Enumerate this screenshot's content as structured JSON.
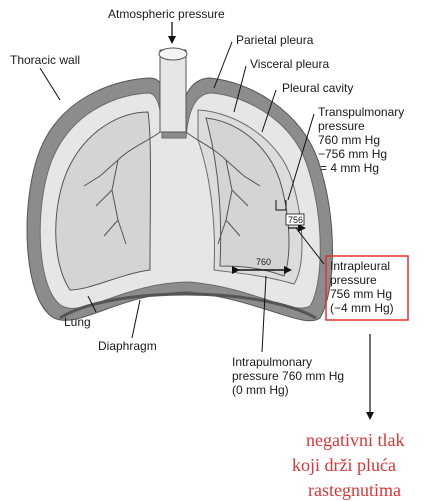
{
  "labels": {
    "atmospheric": "Atmospheric pressure",
    "thoracic_wall": "Thoracic wall",
    "parietal_pleura": "Parietal pleura",
    "visceral_pleura": "Visceral pleura",
    "pleural_cavity": "Pleural cavity",
    "transpulmonary": [
      "Transpulmonary",
      "pressure",
      "760 mm Hg",
      "−756 mm Hg",
      "= 4 mm Hg"
    ],
    "intrapleural": [
      "Intrapleural",
      "pressure",
      "756 mm Hg",
      "(−4 mm Hg)"
    ],
    "lung": "Lung",
    "diaphragm": "Diaphragm",
    "intrapulmonary": [
      "Intrapulmonary",
      "pressure 760 mm Hg",
      "(0 mm Hg)"
    ],
    "value_760": "760",
    "value_756": "756"
  },
  "annotation": {
    "lines": [
      "negativni tlak",
      "koji drži pluća",
      "rastegnutima"
    ],
    "color": "#e03232"
  },
  "colors": {
    "thoracic_wall": "#8c8c8c",
    "pleural_fill": "#e6e6e6",
    "lung_fill": "#d4d4d4",
    "highlight_box": "#e03232"
  }
}
